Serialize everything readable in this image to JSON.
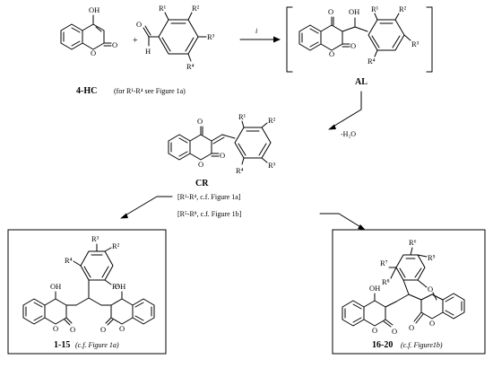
{
  "reaction": {
    "reagent_label": "i",
    "step2_label": "-H₂O"
  },
  "compounds": {
    "hc": {
      "label": "4-HC",
      "note": "(for R¹-R⁴ see Figure 1a)"
    },
    "al": {
      "label": "AL"
    },
    "cr": {
      "label": "CR",
      "note1": "[R¹-R⁴, c.f. Figure 1a]",
      "note2": "[R⁵-R⁸, c.f. Figure 1b]"
    },
    "p1": {
      "label": "1-15",
      "note": "(c.f. Figure 1a)"
    },
    "p2": {
      "label": "16-20",
      "note": "(c.f. Figure1b)"
    }
  },
  "atoms": {
    "oh": "OH",
    "o": "O",
    "h": "H",
    "r1": "R¹",
    "r2": "R²",
    "r3": "R³",
    "r4": "R⁴",
    "r5": "R⁵",
    "r6": "R⁶",
    "r7": "R⁷",
    "r8": "R⁸",
    "plus": "+"
  }
}
